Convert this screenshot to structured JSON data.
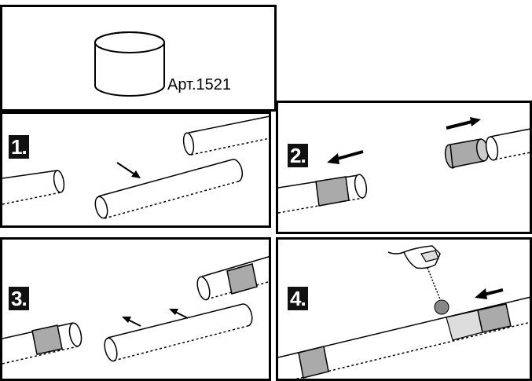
{
  "product": {
    "article_label": "Арт.1521"
  },
  "steps": [
    {
      "label": "1."
    },
    {
      "label": "2."
    },
    {
      "label": "3."
    },
    {
      "label": "4."
    }
  ]
}
